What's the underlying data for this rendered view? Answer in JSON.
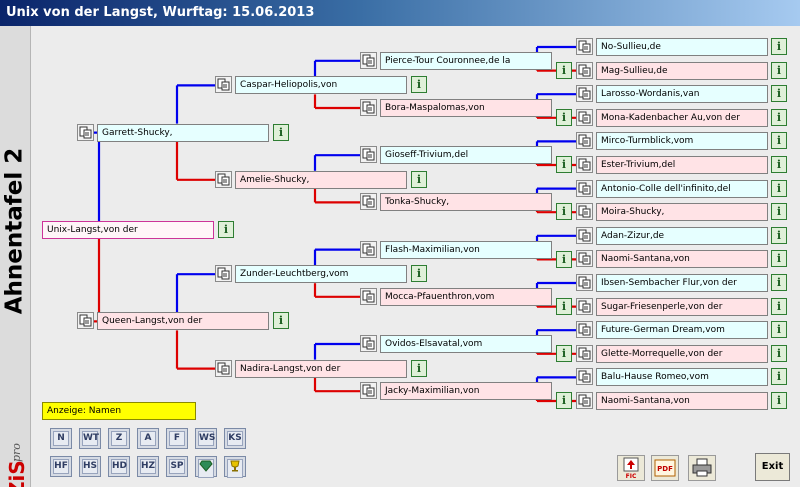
{
  "window": {
    "title": "Unix von der Langst, Wurftag: 15.06.2013"
  },
  "sidebar": {
    "title": "Ahnentafel 2",
    "logo_text": "ZiS",
    "logo_sub": "pro"
  },
  "colors": {
    "male_line": "#0000ee",
    "female_line": "#dd0000",
    "male_box": "#e6ffff",
    "female_box": "#ffe3e6",
    "info_green": "#2e7d32",
    "highlight": "#ffff00"
  },
  "tree": {
    "root": "Unix-Langst,von der",
    "gen1": [
      "Garrett-Shucky,",
      "Queen-Langst,von der"
    ],
    "gen2": [
      "Caspar-Heliopolis,von",
      "Amelie-Shucky,",
      "Zunder-Leuchtberg,vom",
      "Nadira-Langst,von der"
    ],
    "gen3": [
      "Pierce-Tour Couronnee,de la",
      "Bora-Maspalomas,von",
      "Gioseff-Trivium,del",
      "Tonka-Shucky,",
      "Flash-Maximilian,von",
      "Mocca-Pfauenthron,vom",
      "Ovidos-Elsavatal,vom",
      "Jacky-Maximilian,von"
    ],
    "gen4": [
      "No-Sullieu,de",
      "Mag-Sullieu,de",
      "Larosso-Wordanis,van",
      "Mona-Kadenbacher Au,von der",
      "Mirco-Turmblick,vom",
      "Ester-Trivium,del",
      "Antonio-Colle dell'infinito,del",
      "Moira-Shucky,",
      "Adan-Zizur,de",
      "Naomi-Santana,von",
      "Ibsen-Sembacher Flur,von der",
      "Sugar-Friesenperle,von der",
      "Future-German Dream,vom",
      "Glette-Morrequelle,von der",
      "Balu-Hause Romeo,vom",
      "Naomi-Santana,von"
    ]
  },
  "info_label": "i",
  "display": {
    "label": "Anzeige: Namen"
  },
  "view_buttons": {
    "row1": [
      "N",
      "WT",
      "Z",
      "A",
      "F",
      "WS",
      "KS"
    ],
    "row2": [
      "HF",
      "HS",
      "HD",
      "HZ",
      "SP",
      "gem-icon",
      "cup-icon"
    ]
  },
  "toolbar": {
    "fic_label": "FIC",
    "pdf_label": "PDF",
    "exit_label": "Exit"
  }
}
